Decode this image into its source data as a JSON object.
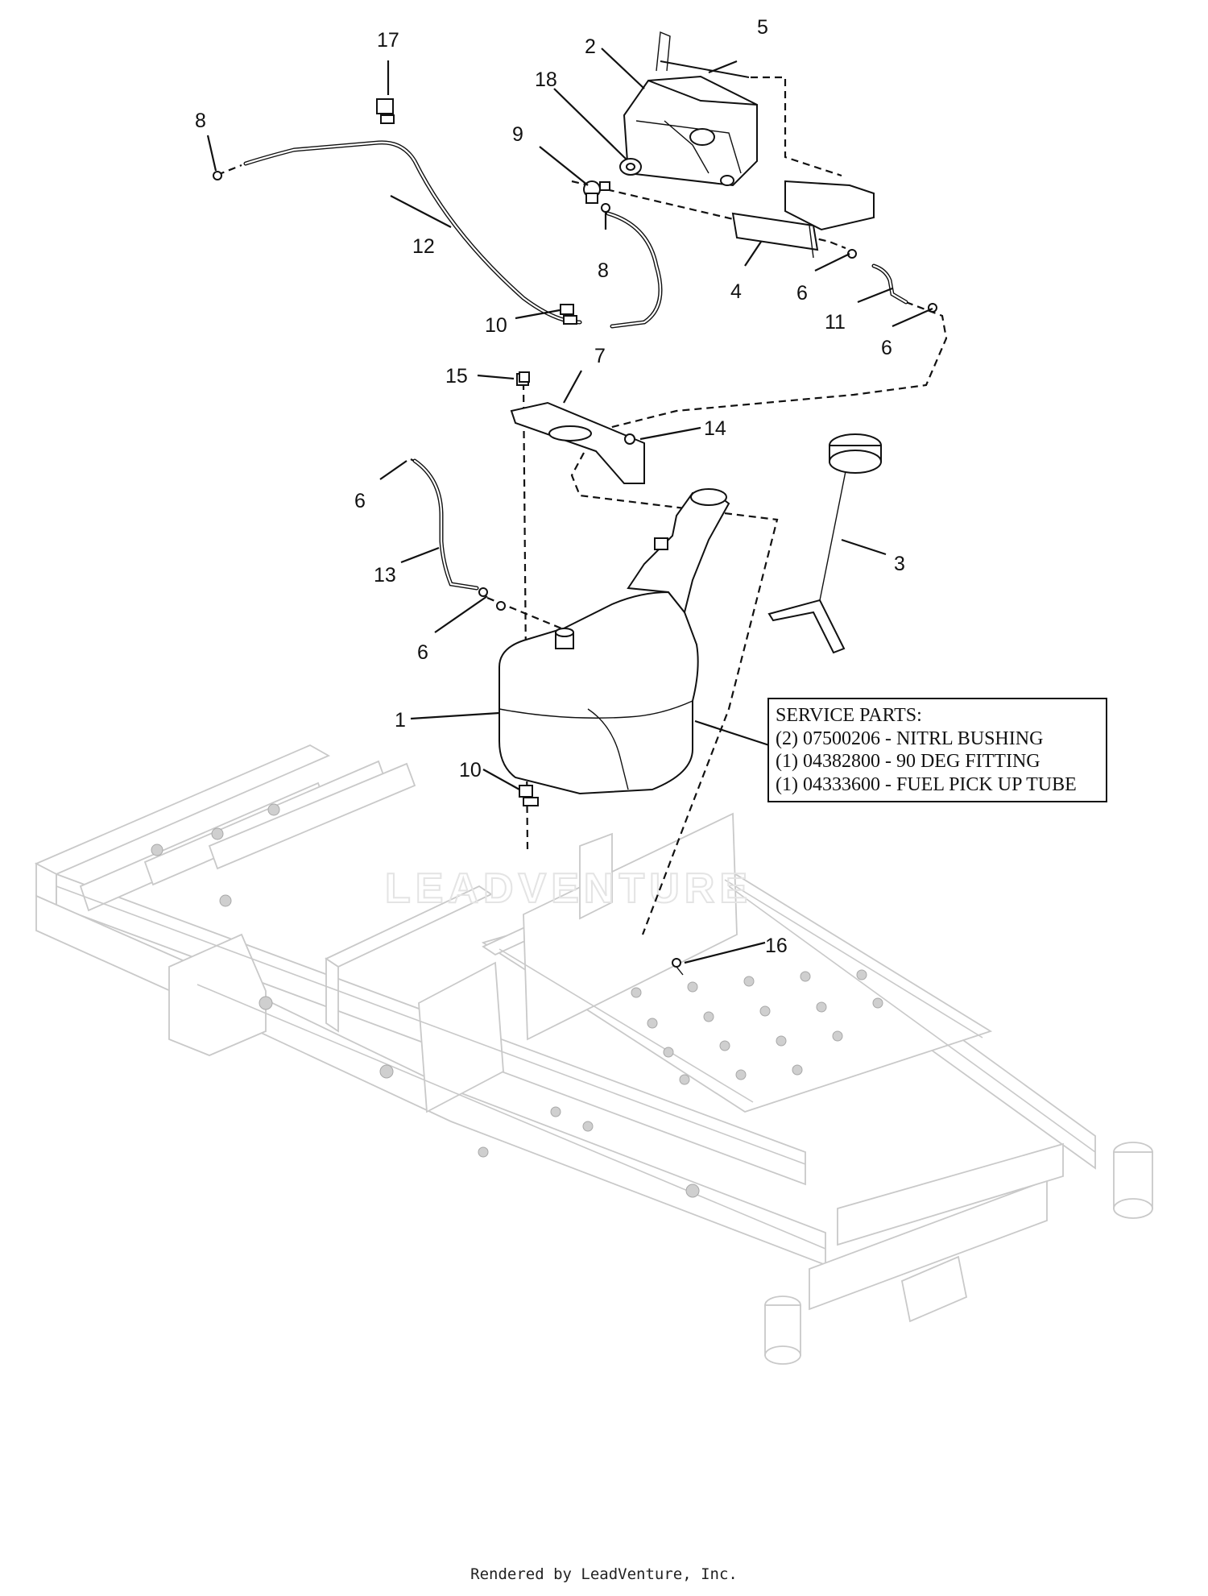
{
  "callouts": [
    {
      "id": "c17",
      "text": "17"
    },
    {
      "id": "c5",
      "text": "5"
    },
    {
      "id": "c2",
      "text": "2"
    },
    {
      "id": "c18",
      "text": "18"
    },
    {
      "id": "c8a",
      "text": "8"
    },
    {
      "id": "c9",
      "text": "9"
    },
    {
      "id": "c12",
      "text": "12"
    },
    {
      "id": "c8b",
      "text": "8"
    },
    {
      "id": "c4",
      "text": "4"
    },
    {
      "id": "c6a",
      "text": "6"
    },
    {
      "id": "c11",
      "text": "11"
    },
    {
      "id": "c10a",
      "text": "10"
    },
    {
      "id": "c6b",
      "text": "6"
    },
    {
      "id": "c7",
      "text": "7"
    },
    {
      "id": "c15",
      "text": "15"
    },
    {
      "id": "c14",
      "text": "14"
    },
    {
      "id": "c6c",
      "text": "6"
    },
    {
      "id": "c3",
      "text": "3"
    },
    {
      "id": "c13",
      "text": "13"
    },
    {
      "id": "c6d",
      "text": "6"
    },
    {
      "id": "c1",
      "text": "1"
    },
    {
      "id": "c10b",
      "text": "10"
    },
    {
      "id": "c16",
      "text": "16"
    }
  ],
  "service_parts": {
    "heading": "SERVICE PARTS:",
    "lines": [
      "(2) 07500206 - NITRL BUSHING",
      "(1) 04382800 - 90 DEG FITTING",
      "(1) 04333600 - FUEL PICK UP TUBE"
    ]
  },
  "watermark": "LEADVENTURE",
  "footer": "Rendered by LeadVenture, Inc."
}
